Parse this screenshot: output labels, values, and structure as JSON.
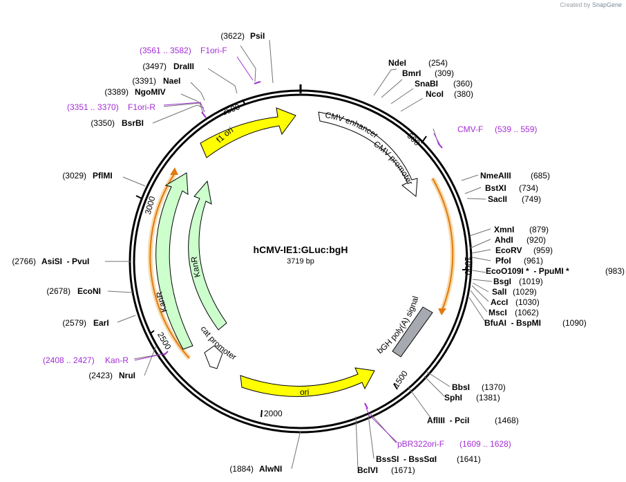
{
  "watermark": {
    "prefix": "Created by",
    "brand": "SnapGene"
  },
  "plasmid": {
    "name": "hCMV-IE1:GLuc:bgH",
    "size": "3719 bp"
  },
  "colors": {
    "backbone": "#000000",
    "feature_yellow": "#ffff00",
    "feature_green": "#ccffcc",
    "feature_white": "#ffffff",
    "feature_gray": "#a6aab0",
    "primer": "#a32cd4",
    "orf": "#e07a10",
    "orf_glow": "#f9d9a8",
    "leader": "#707070"
  },
  "ticks": [
    "500",
    "1000",
    "1500",
    "2000",
    "2500",
    "3000",
    "3500"
  ],
  "features": [
    {
      "label": "f1 ori",
      "color": "yellow"
    },
    {
      "label": "CMV enhancer",
      "color": "white"
    },
    {
      "label": "CMV promoter",
      "color": "white"
    },
    {
      "label": "KanR",
      "color": "green"
    },
    {
      "label": "KanR",
      "color": "green"
    },
    {
      "label": "cat promoter",
      "color": "white"
    },
    {
      "label": "ori",
      "color": "yellow"
    },
    {
      "label": "bGH poly(A) signal",
      "color": "gray"
    }
  ],
  "enzymes": [
    {
      "name": "PsiI",
      "pos": "(3622)"
    },
    {
      "name": "DraIII",
      "pos": "(3497)"
    },
    {
      "name": "NaeI",
      "pos": "(3391)"
    },
    {
      "name": "NgoMIV",
      "pos": "(3389)"
    },
    {
      "name": "BsrBI",
      "pos": "(3350)"
    },
    {
      "name": "PflMI",
      "pos": "(3029)"
    },
    {
      "name": "AsiSI  - PvuI",
      "pos": "(2766)"
    },
    {
      "name": "EcoNI",
      "pos": "(2678)"
    },
    {
      "name": "EarI",
      "pos": "(2579)"
    },
    {
      "name": "NruI",
      "pos": "(2423)"
    },
    {
      "name": "AlwNI",
      "pos": "(1884)"
    },
    {
      "name": "NdeI",
      "pos": "(254)"
    },
    {
      "name": "BmrI",
      "pos": "(309)"
    },
    {
      "name": "SnaBI",
      "pos": "(360)"
    },
    {
      "name": "NcoI",
      "pos": "(380)"
    },
    {
      "name": "NmeAIII",
      "pos": "(685)"
    },
    {
      "name": "BstXI",
      "pos": "(734)"
    },
    {
      "name": "SacII",
      "pos": "(749)"
    },
    {
      "name": "XmnI",
      "pos": "(879)"
    },
    {
      "name": "AhdI",
      "pos": "(920)"
    },
    {
      "name": "EcoRV",
      "pos": "(959)"
    },
    {
      "name": "PfoI",
      "pos": "(961)"
    },
    {
      "name": "EcoO109I *  - PpuMI *",
      "pos": "(983)"
    },
    {
      "name": "BsgI",
      "pos": "(1019)"
    },
    {
      "name": "SalI",
      "pos": "(1029)"
    },
    {
      "name": "AccI",
      "pos": "(1030)"
    },
    {
      "name": "MscI",
      "pos": "(1062)"
    },
    {
      "name": "BfuAI  - BspMI",
      "pos": "(1090)"
    },
    {
      "name": "BbsI",
      "pos": "(1370)"
    },
    {
      "name": "SphI",
      "pos": "(1381)"
    },
    {
      "name": "AflIII  - PciI",
      "pos": "(1468)"
    },
    {
      "name": "BssSI  - BssSαI",
      "pos": "(1641)"
    },
    {
      "name": "BclVI",
      "pos": "(1671)"
    }
  ],
  "primers": [
    {
      "name": "F1ori-F",
      "pos": "(3561 .. 3582)"
    },
    {
      "name": "F1ori-R",
      "pos": "(3351 .. 3370)"
    },
    {
      "name": "Kan-R",
      "pos": "(2408 .. 2427)"
    },
    {
      "name": "CMV-F",
      "pos": "(539 .. 559)"
    },
    {
      "name": "pBR322ori-F",
      "pos": "(1609 .. 1628)"
    }
  ]
}
